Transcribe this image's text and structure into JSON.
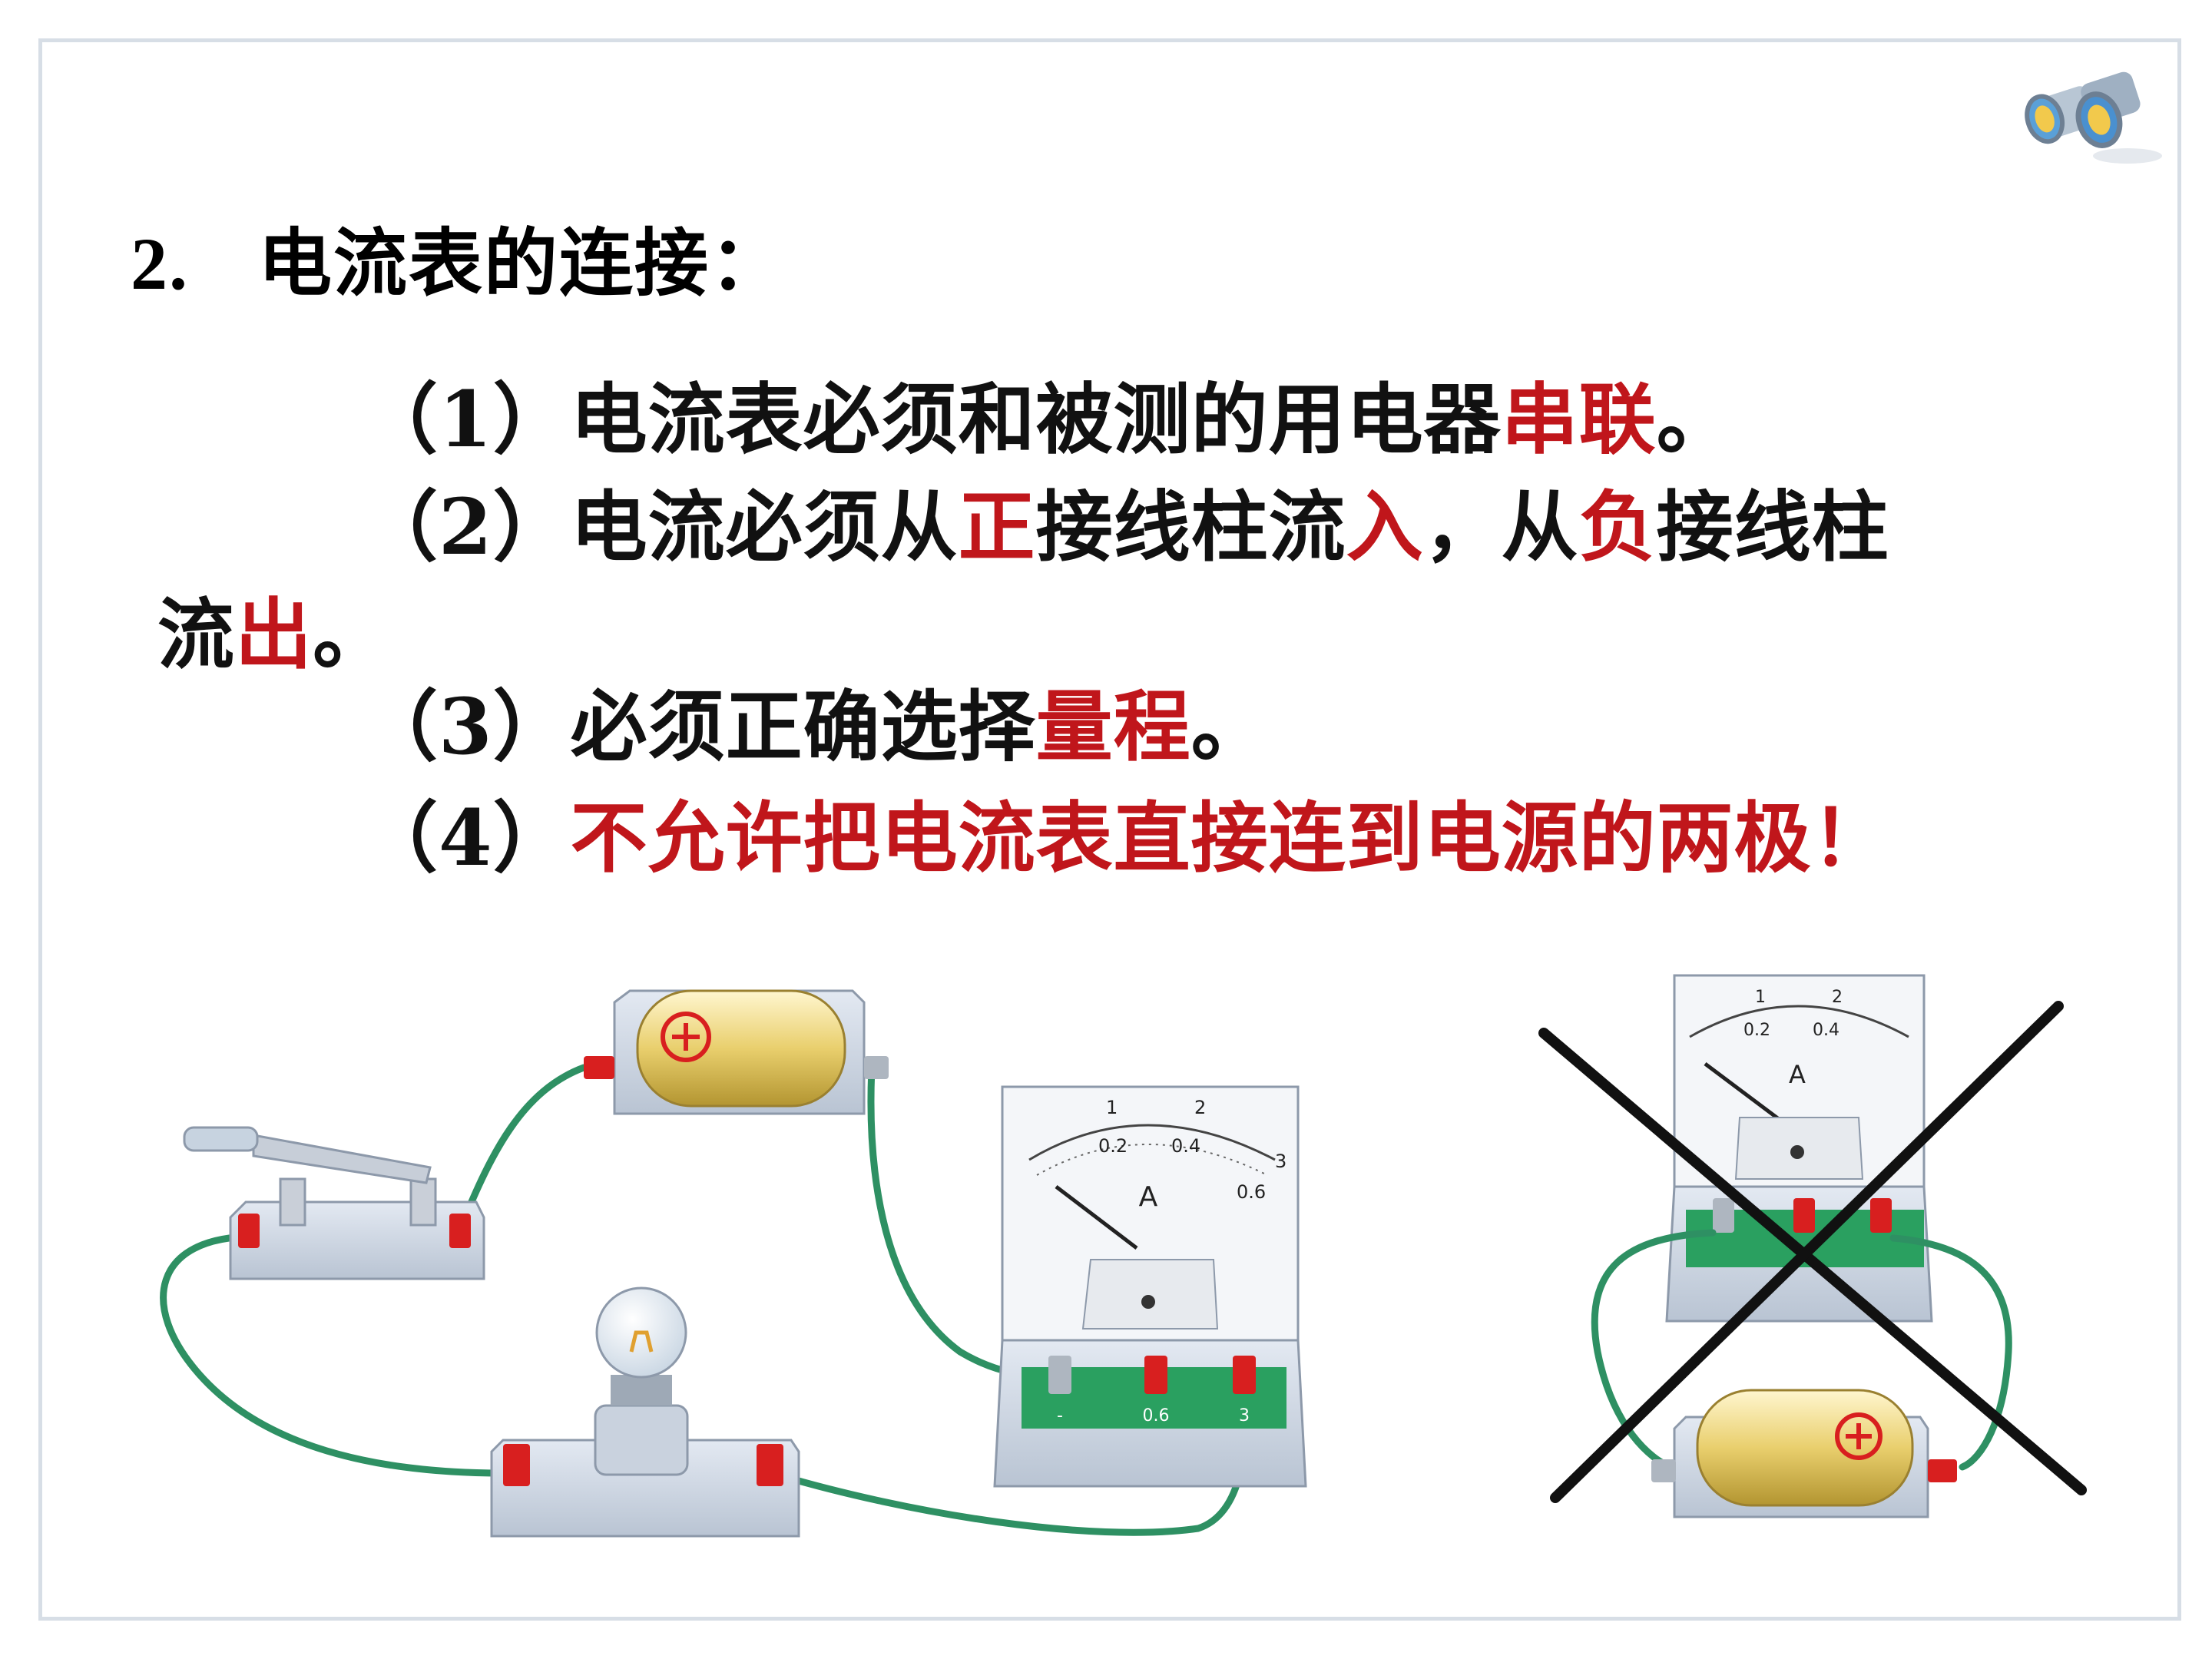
{
  "title": {
    "number": "2.",
    "text": "电流表的连接："
  },
  "rules": [
    {
      "prefix": "（1）电流表必须和被测的用电器",
      "highlight": "串联",
      "suffix": "。"
    },
    {
      "prefix": "（2）电流必须从",
      "hl1": "正",
      "mid1": "接线柱流",
      "hl2": "入",
      "mid2": "，从",
      "hl3": "负",
      "mid3": "接线柱",
      "cont_prefix": "流",
      "hl4": "出",
      "cont_suffix": "。"
    },
    {
      "prefix": "（3）必须正确选择",
      "highlight": "量程",
      "suffix": "。"
    },
    {
      "prefix": "（4）",
      "highlight": "不允许把电流表直接连到电源的两极！"
    }
  ],
  "ammeter": {
    "unit": "A",
    "upper_scale": [
      "1",
      "2",
      "3"
    ],
    "lower_scale": [
      "0.2",
      "0.4",
      "0.6"
    ],
    "terminals": [
      "-",
      "0.6",
      "3"
    ]
  },
  "colors": {
    "accent": "#c0161b",
    "wire": "#2e9063",
    "terminal": "#d81f1f",
    "board": "#2aa060"
  },
  "icons": [
    "binoculars-icon",
    "cross-mark-icon"
  ]
}
